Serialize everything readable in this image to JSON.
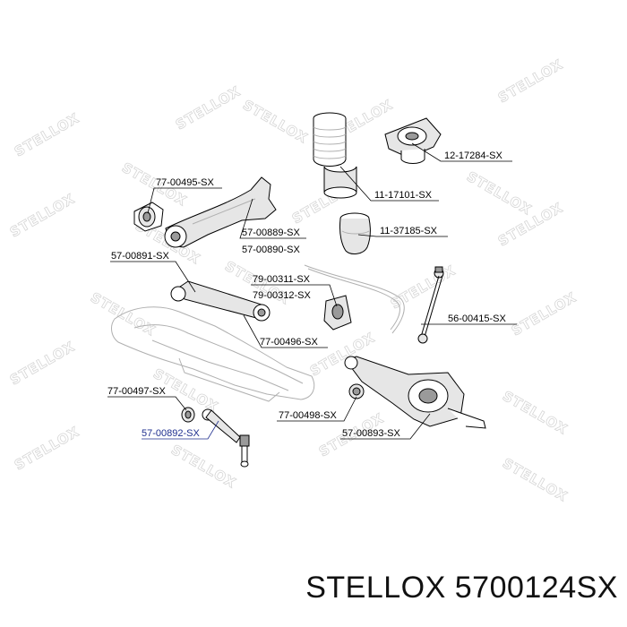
{
  "watermark": {
    "text": "STELLOX"
  },
  "parts": [
    {
      "id": "p1",
      "label": "77-00495-SX"
    },
    {
      "id": "p2",
      "label": "57-00889-SX"
    },
    {
      "id": "p3",
      "label": "57-00890-SX"
    },
    {
      "id": "p4",
      "label": "11-17101-SX"
    },
    {
      "id": "p5",
      "label": "12-17284-SX"
    },
    {
      "id": "p6",
      "label": "11-37185-SX"
    },
    {
      "id": "p7",
      "label": "57-00891-SX"
    },
    {
      "id": "p8",
      "label": "79-00311-SX"
    },
    {
      "id": "p9",
      "label": "79-00312-SX"
    },
    {
      "id": "p10",
      "label": "56-00415-SX"
    },
    {
      "id": "p11",
      "label": "77-00496-SX"
    },
    {
      "id": "p12",
      "label": "77-00497-SX"
    },
    {
      "id": "p13",
      "label": "77-00498-SX"
    },
    {
      "id": "p14",
      "label": "57-00892-SX",
      "highlight_color": "#1f2f8f"
    },
    {
      "id": "p15",
      "label": "57-00893-SX"
    }
  ],
  "footer": {
    "brand": "STELLOX",
    "part_number": "5700124SX"
  }
}
